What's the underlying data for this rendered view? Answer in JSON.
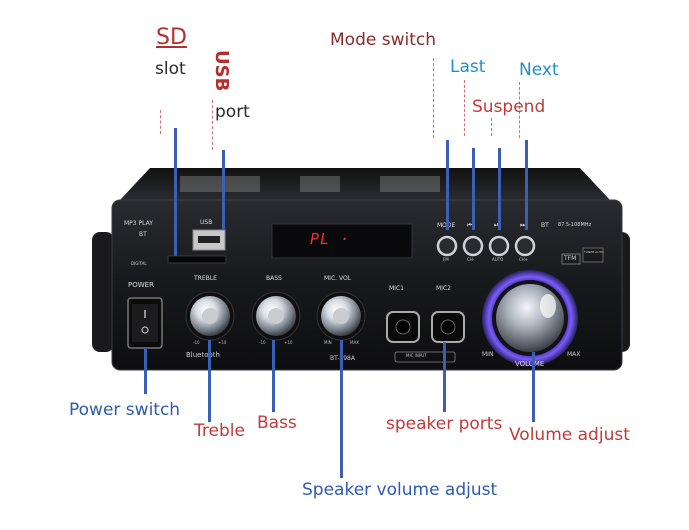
{
  "callouts": {
    "sd": "SD",
    "slot": "slot",
    "usb": "USB",
    "port": "port",
    "mode_switch": "Mode switch",
    "last": "Last",
    "next": "Next",
    "suspend": "Suspend",
    "power_switch": "Power switch",
    "treble": "Treble",
    "bass": "Bass",
    "speaker_ports": "speaker ports",
    "volume_adjust": "Volume adjust",
    "speaker_volume_adjust": "Speaker volume adjust"
  },
  "device": {
    "mp3_play": "MP3 PLAY",
    "bt": "BT",
    "digital": "DIGITAL",
    "usb_label": "USB",
    "display_text": "PL ·",
    "mode": "MODE",
    "prev_symbol": "⏮",
    "play_symbol": "⏯",
    "next_symbol": "⏭",
    "bt2": "BT",
    "freq": "87.5-108MHz",
    "fm": "FM",
    "ch_minus": "CH-",
    "auto": "AUTO",
    "ch_plus": "CH+",
    "tfm": "TFM",
    "tuner_auto": "TUNER AUTO",
    "power": "POWER",
    "treble": "TREBLE",
    "bass": "BASS",
    "mic_vol": "MIC. VOL",
    "min": "MIN",
    "max": "MAX",
    "minus10": "-10",
    "plus10": "+10",
    "mic1": "MIC1",
    "mic2": "MIC2",
    "mic_input": "MIC INPUT",
    "bluetooth": "Bluetooth",
    "model": "BT-298A",
    "volume": "VOLUME",
    "vol_min": "MIN",
    "vol_max": "MAX"
  },
  "colors": {
    "callout_blue": "#2d5bb0",
    "callout_red": "#c23a3a",
    "callout_dark": "#8a2a2a",
    "callout_cyan": "#1f8fc9",
    "panel": "#1b1c20",
    "volume_glow": "#6a4cff"
  }
}
